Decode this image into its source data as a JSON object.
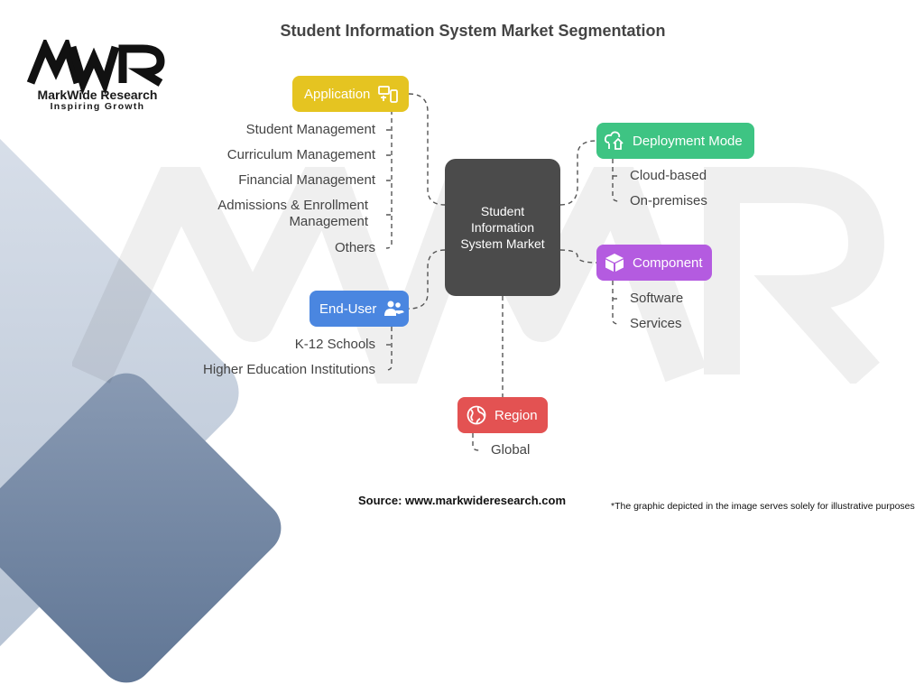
{
  "title": "Student Information System Market Segmentation",
  "logo": {
    "name": "MarkWide Research",
    "tagline": "Inspiring Growth",
    "icon": "mwr-logo-icon"
  },
  "center": {
    "label": "Student Information System Market"
  },
  "segments": {
    "application": {
      "label": "Application",
      "color": "#e5c421",
      "icon": "app-devices-icon",
      "items": [
        "Student Management",
        "Curriculum Management",
        "Financial Management",
        "Admissions & Enrollment Management",
        "Others"
      ]
    },
    "end_user": {
      "label": "End-User",
      "color": "#4a86e0",
      "icon": "users-graduation-icon",
      "items": [
        "K-12 Schools",
        "Higher Education Institutions"
      ]
    },
    "deployment": {
      "label": "Deployment Mode",
      "color": "#3ec483",
      "icon": "cloud-home-icon",
      "items": [
        "Cloud-based",
        "On-premises"
      ]
    },
    "component": {
      "label": "Component",
      "color": "#b45be0",
      "icon": "box-icon",
      "items": [
        "Software",
        "Services"
      ]
    },
    "region": {
      "label": "Region",
      "color": "#e35252",
      "icon": "globe-icon",
      "items": [
        "Global"
      ]
    }
  },
  "footer": {
    "source": "Source: www.markwideresearch.com",
    "disclaimer": "*The graphic depicted in the image serves solely for illustrative purposes"
  }
}
